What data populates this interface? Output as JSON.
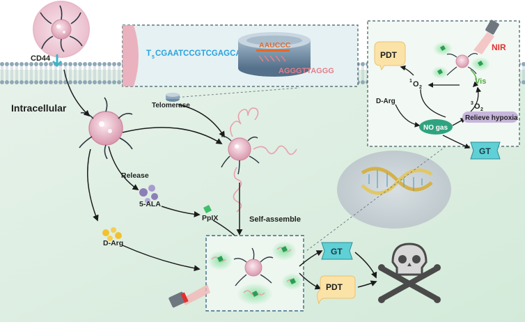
{
  "membrane_labels": {
    "cd44": "CD44",
    "intracellular": "Intracellular",
    "telomerase": "Telomerase"
  },
  "inset_top": {
    "primer_prefix": "T",
    "primer_subscript": "5",
    "primer_sequence": "CGAATCCGTCGAGCAGAGTT",
    "template_sequence": "AAUCCC",
    "extension_sequence": "AGGGTTAGGG"
  },
  "pathway_labels": {
    "release": "Release",
    "five_ala": "5-ALA",
    "ppix": "PpIX",
    "d_arg": "D-Arg",
    "self_assemble": "Self-assemble"
  },
  "outcomes": {
    "gt": "GT",
    "pdt": "PDT"
  },
  "inset_right": {
    "pdt": "PDT",
    "singlet_oxygen_main": "O",
    "singlet_oxygen_sup": "1",
    "singlet_oxygen_sub": "2",
    "triplet_oxygen_main": "O",
    "triplet_oxygen_sup": "3",
    "triplet_oxygen_sub": "2",
    "nir": "NIR",
    "vis": "Vis",
    "d_arg": "D-Arg",
    "no_gas": "NO gas",
    "relieve_hypoxia": "Relieve hypoxia",
    "gt": "GT"
  },
  "colors": {
    "cytoplasm": "#e3f0e6",
    "membrane_head": "#8fa8b6",
    "nanoparticle": "#ecc4d0",
    "primer_text": "#27a3e0",
    "extension_text": "#e47f8a",
    "template_text": "#e36a2a",
    "ppix_green": "#3fbf6a",
    "gt_banner": "#5fd0d6",
    "pdt_bubble": "#fbe3a8",
    "no_gas": "#2fa37f",
    "nir_red": "#e0312f",
    "vis_green": "#4cab3c"
  }
}
